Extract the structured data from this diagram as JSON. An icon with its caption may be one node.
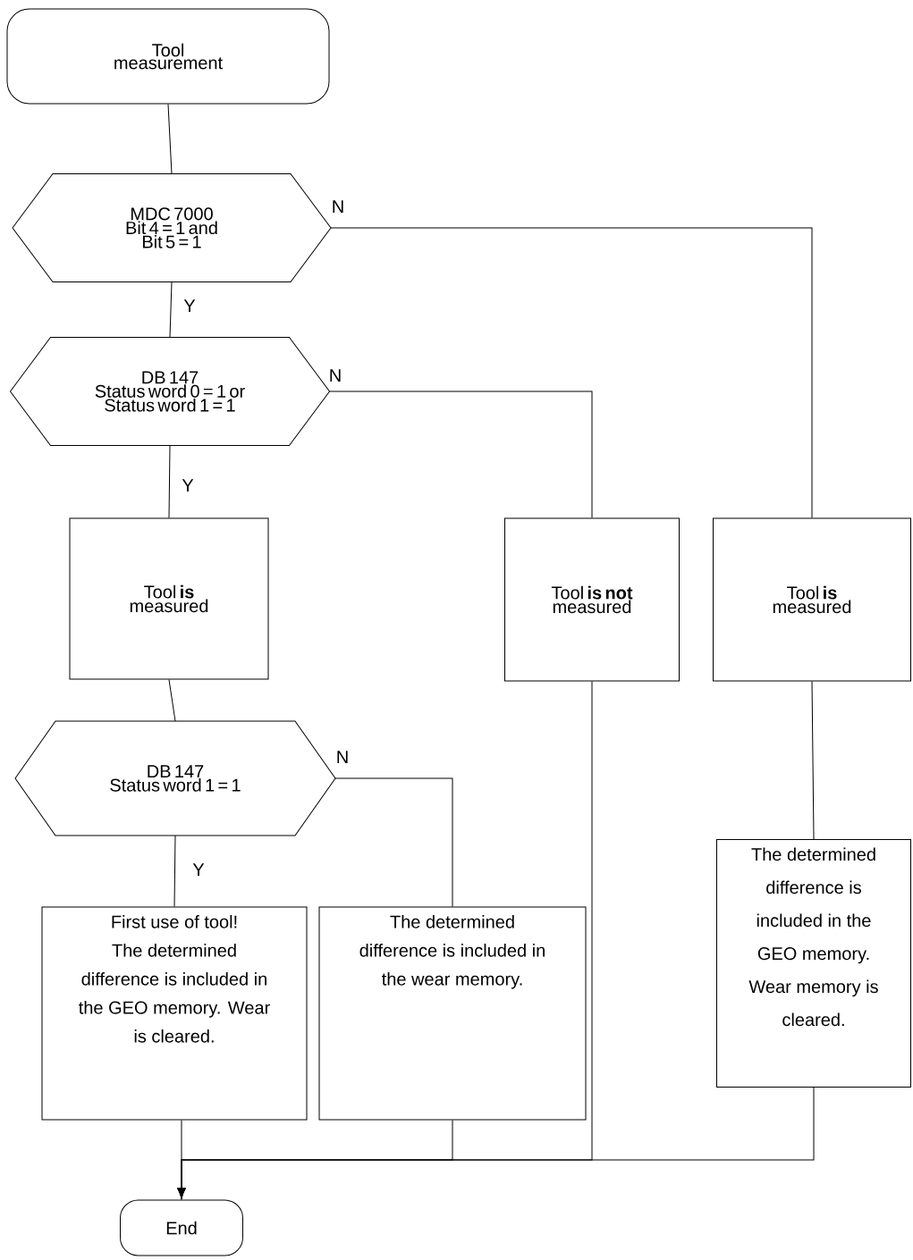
{
  "diagram": {
    "nodes": [
      {
        "text": [
          "Tool measurement"
        ]
      },
      {
        "text": [
          "MDC 7000",
          "Bit 4 = 1 and Bit 5 = 1"
        ]
      },
      {
        "text": [
          "DB 147",
          "Status word 0 = 1 or Status word 1 = 1"
        ]
      },
      {
        "text": [
          "Tool **is** measured"
        ]
      },
      {
        "text": [
          "Tool **is not** measured"
        ]
      },
      {
        "text": [
          "Tool **is** measured"
        ]
      },
      {
        "text": [
          "DB 147",
          "Status word 1 = 1"
        ]
      },
      {
        "text": [
          "First use of tool!",
          "The determined difference is included in the GEO memory. Wear is cleared."
        ]
      },
      {
        "text": [
          "The determined difference is included in the wear memory."
        ]
      },
      {
        "text": [
          "The determined difference is included in the GEO memory. Wear memory is cleared."
        ]
      },
      {
        "text": [
          "End"
        ]
      }
    ],
    "edges": [
      {
        "from": 0,
        "to": 1,
        "arrow": "none"
      },
      {
        "from": 1,
        "to": 5,
        "arrow": "none",
        "label": "N"
      },
      {
        "from": 1,
        "to": 2,
        "arrow": "none",
        "label": "Y"
      },
      {
        "from": 2,
        "to": 4,
        "arrow": "none",
        "label": "N"
      },
      {
        "from": 2,
        "to": 3,
        "arrow": "none",
        "label": "Y"
      },
      {
        "from": 3,
        "to": 6,
        "arrow": "none"
      },
      {
        "from": 6,
        "to": 8,
        "arrow": "none",
        "label": "N"
      },
      {
        "from": 6,
        "to": 7,
        "arrow": "none",
        "label": "Y"
      },
      {
        "from": 5,
        "to": 9,
        "arrow": "none"
      },
      {
        "from": 7,
        "to": 10,
        "arrow": "none"
      },
      {
        "from": 8,
        "to": 10,
        "arrow": "to"
      },
      {
        "from": 4,
        "to": 10,
        "arrow": "to"
      },
      {
        "from": 9,
        "to": 10,
        "arrow": "to"
      }
    ]
  }
}
